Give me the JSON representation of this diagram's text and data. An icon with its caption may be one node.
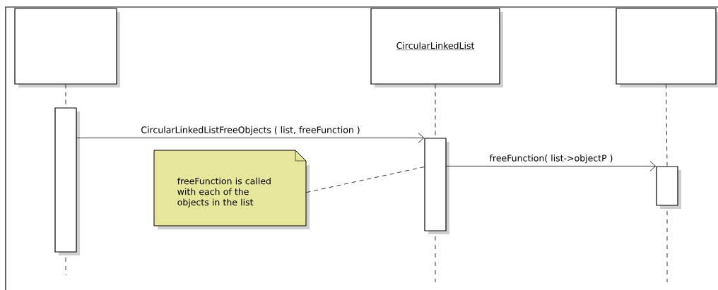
{
  "diagram": {
    "nodes": [
      {
        "text": [],
        "shape": "box"
      },
      {
        "text": [
          "CircularLinkedList"
        ]
      },
      {
        "text": [],
        "shape": "box"
      },
      {
        "text": [],
        "shape": "bar"
      },
      {
        "text": [],
        "shape": "bar"
      },
      {
        "text": [],
        "shape": "bar"
      },
      {
        "text": [
          "freeFunction is called with each of the objects in the list"
        ]
      }
    ],
    "edges": [
      {
        "from": 0,
        "to": 3,
        "arrow": "none",
        "style": "dashed"
      },
      {
        "from": 1,
        "to": 4,
        "arrow": "none",
        "style": "dashed"
      },
      {
        "from": 2,
        "to": 5,
        "arrow": "none",
        "style": "dashed"
      },
      {
        "from": 3,
        "to": 4,
        "arrow": "to",
        "label": "CircularLinkedListFreeObjects ( list, freeFunction )"
      },
      {
        "from": 4,
        "to": 5,
        "arrow": "to",
        "label": "freeFunction( list->objectP )"
      },
      {
        "from": 6,
        "to": 4,
        "arrow": "none",
        "style": "dashed"
      }
    ]
  }
}
